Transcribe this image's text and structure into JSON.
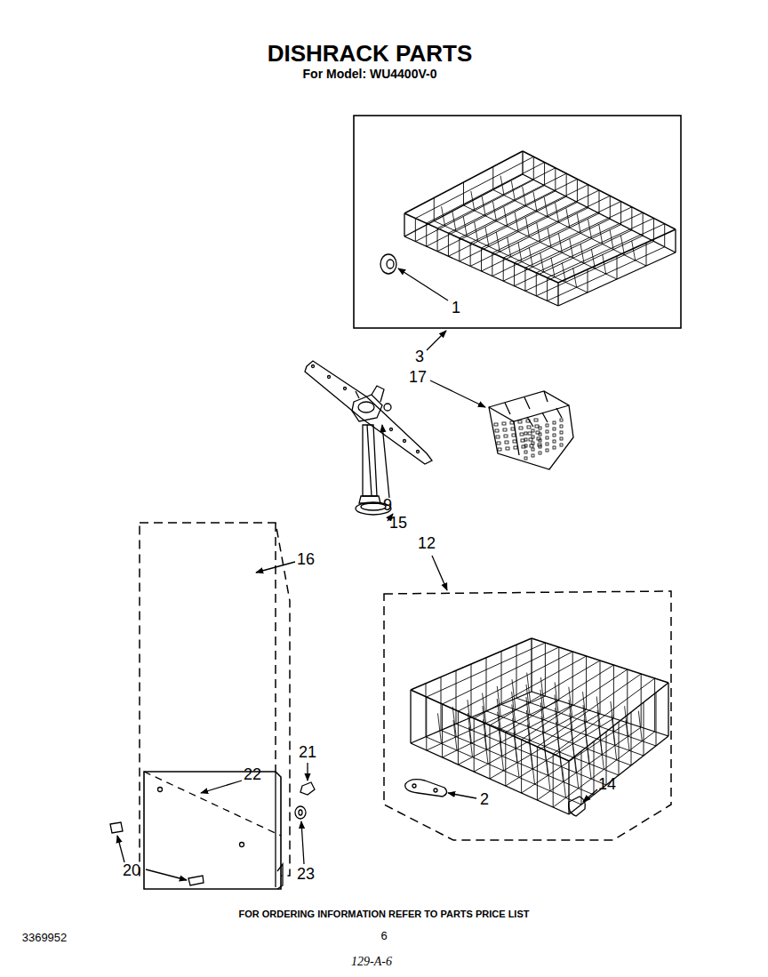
{
  "diagram": {
    "title": "DISHRACK PARTS",
    "labels": [
      "For Model: WU4400V-0",
      "1",
      "3",
      "17",
      "9",
      "15",
      "16",
      "12",
      "21",
      "22",
      "2",
      "14",
      "20",
      "23",
      "FOR ORDERING INFORMATION REFER TO PARTS PRICE LIST",
      "3369952",
      "6",
      "129-A-6"
    ]
  }
}
